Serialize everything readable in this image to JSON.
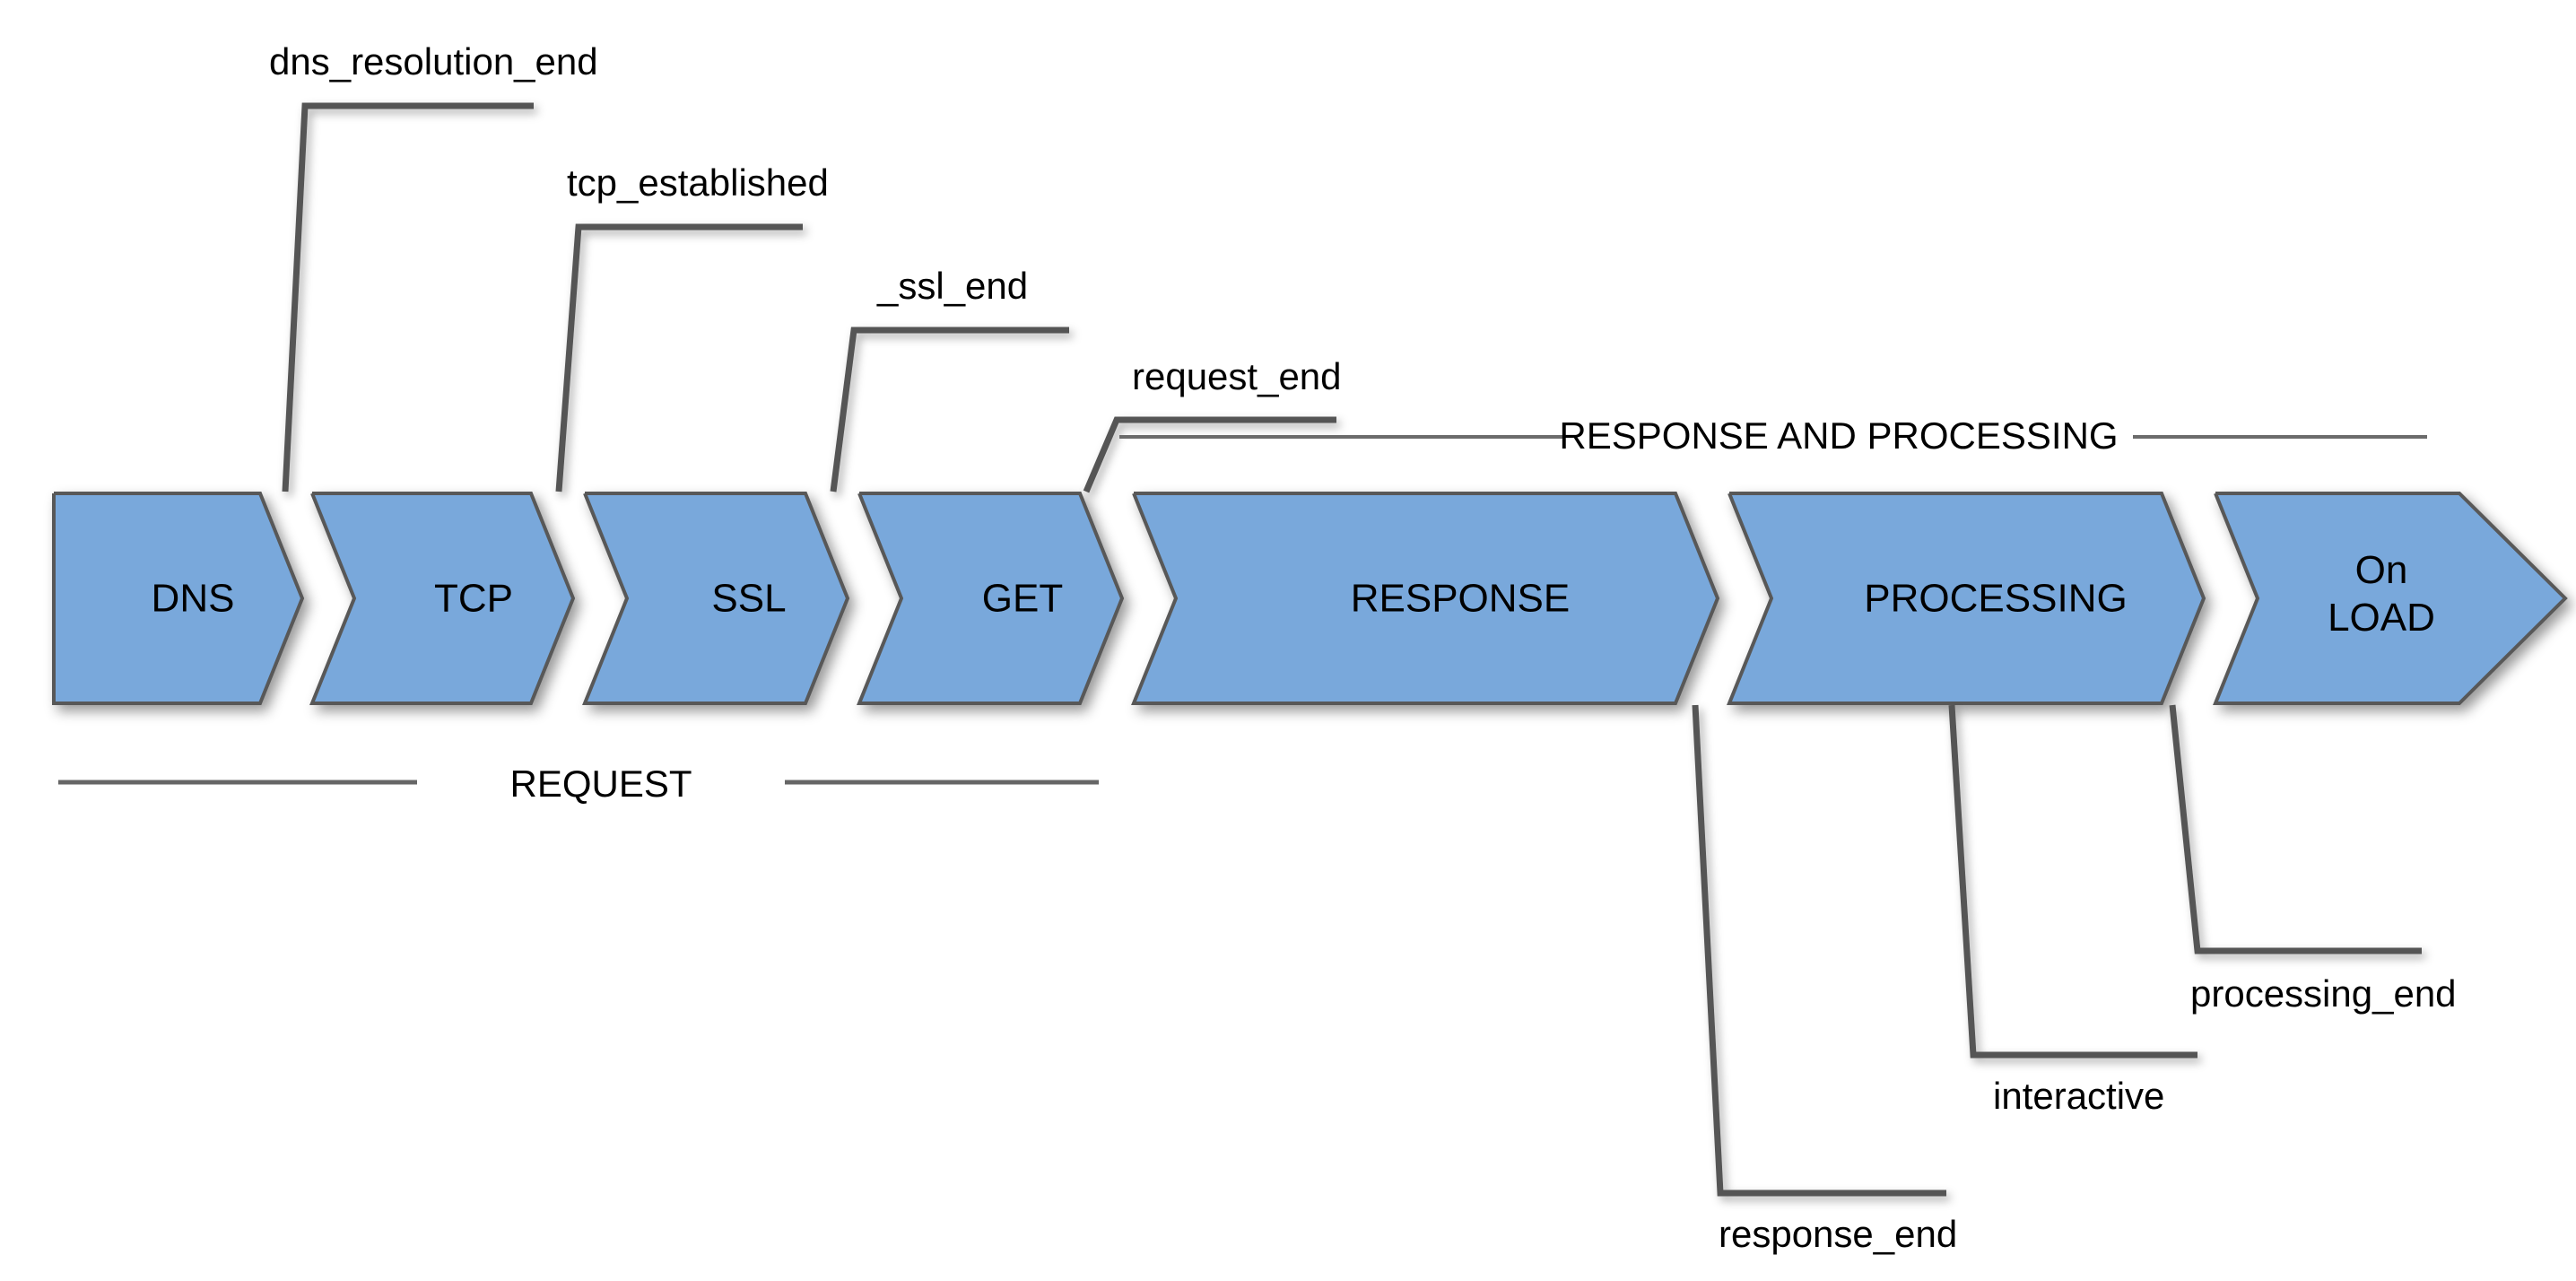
{
  "diagram": {
    "title": "Browser page load timeline",
    "background_color": "#ffffff",
    "chevron_fill": "#79A8DB",
    "chevron_stroke": "#595959",
    "leader_color": "#555555",
    "text_color": "#000000"
  },
  "stages": [
    {
      "id": "dns",
      "label": "DNS",
      "label_line2": ""
    },
    {
      "id": "tcp",
      "label": "TCP",
      "label_line2": ""
    },
    {
      "id": "ssl",
      "label": "SSL",
      "label_line2": ""
    },
    {
      "id": "get",
      "label": "GET",
      "label_line2": ""
    },
    {
      "id": "response",
      "label": "RESPONSE",
      "label_line2": ""
    },
    {
      "id": "processing",
      "label": "PROCESSING",
      "label_line2": ""
    },
    {
      "id": "onload",
      "label": "On",
      "label_line2": "LOAD"
    }
  ],
  "top_markers": [
    {
      "id": "dns-resolution-end",
      "label": "dns_resolution_end"
    },
    {
      "id": "tcp-established",
      "label": "tcp_established"
    },
    {
      "id": "ssl-end",
      "label": "_ssl_end"
    },
    {
      "id": "request-end",
      "label": "request_end"
    }
  ],
  "bottom_markers": [
    {
      "id": "response-end",
      "label": "response_end"
    },
    {
      "id": "interactive",
      "label": "interactive"
    },
    {
      "id": "processing-end",
      "label": "processing_end"
    }
  ],
  "sections": [
    {
      "id": "request",
      "label": "REQUEST"
    },
    {
      "id": "response-and-processing",
      "label": "RESPONSE AND PROCESSING"
    }
  ]
}
